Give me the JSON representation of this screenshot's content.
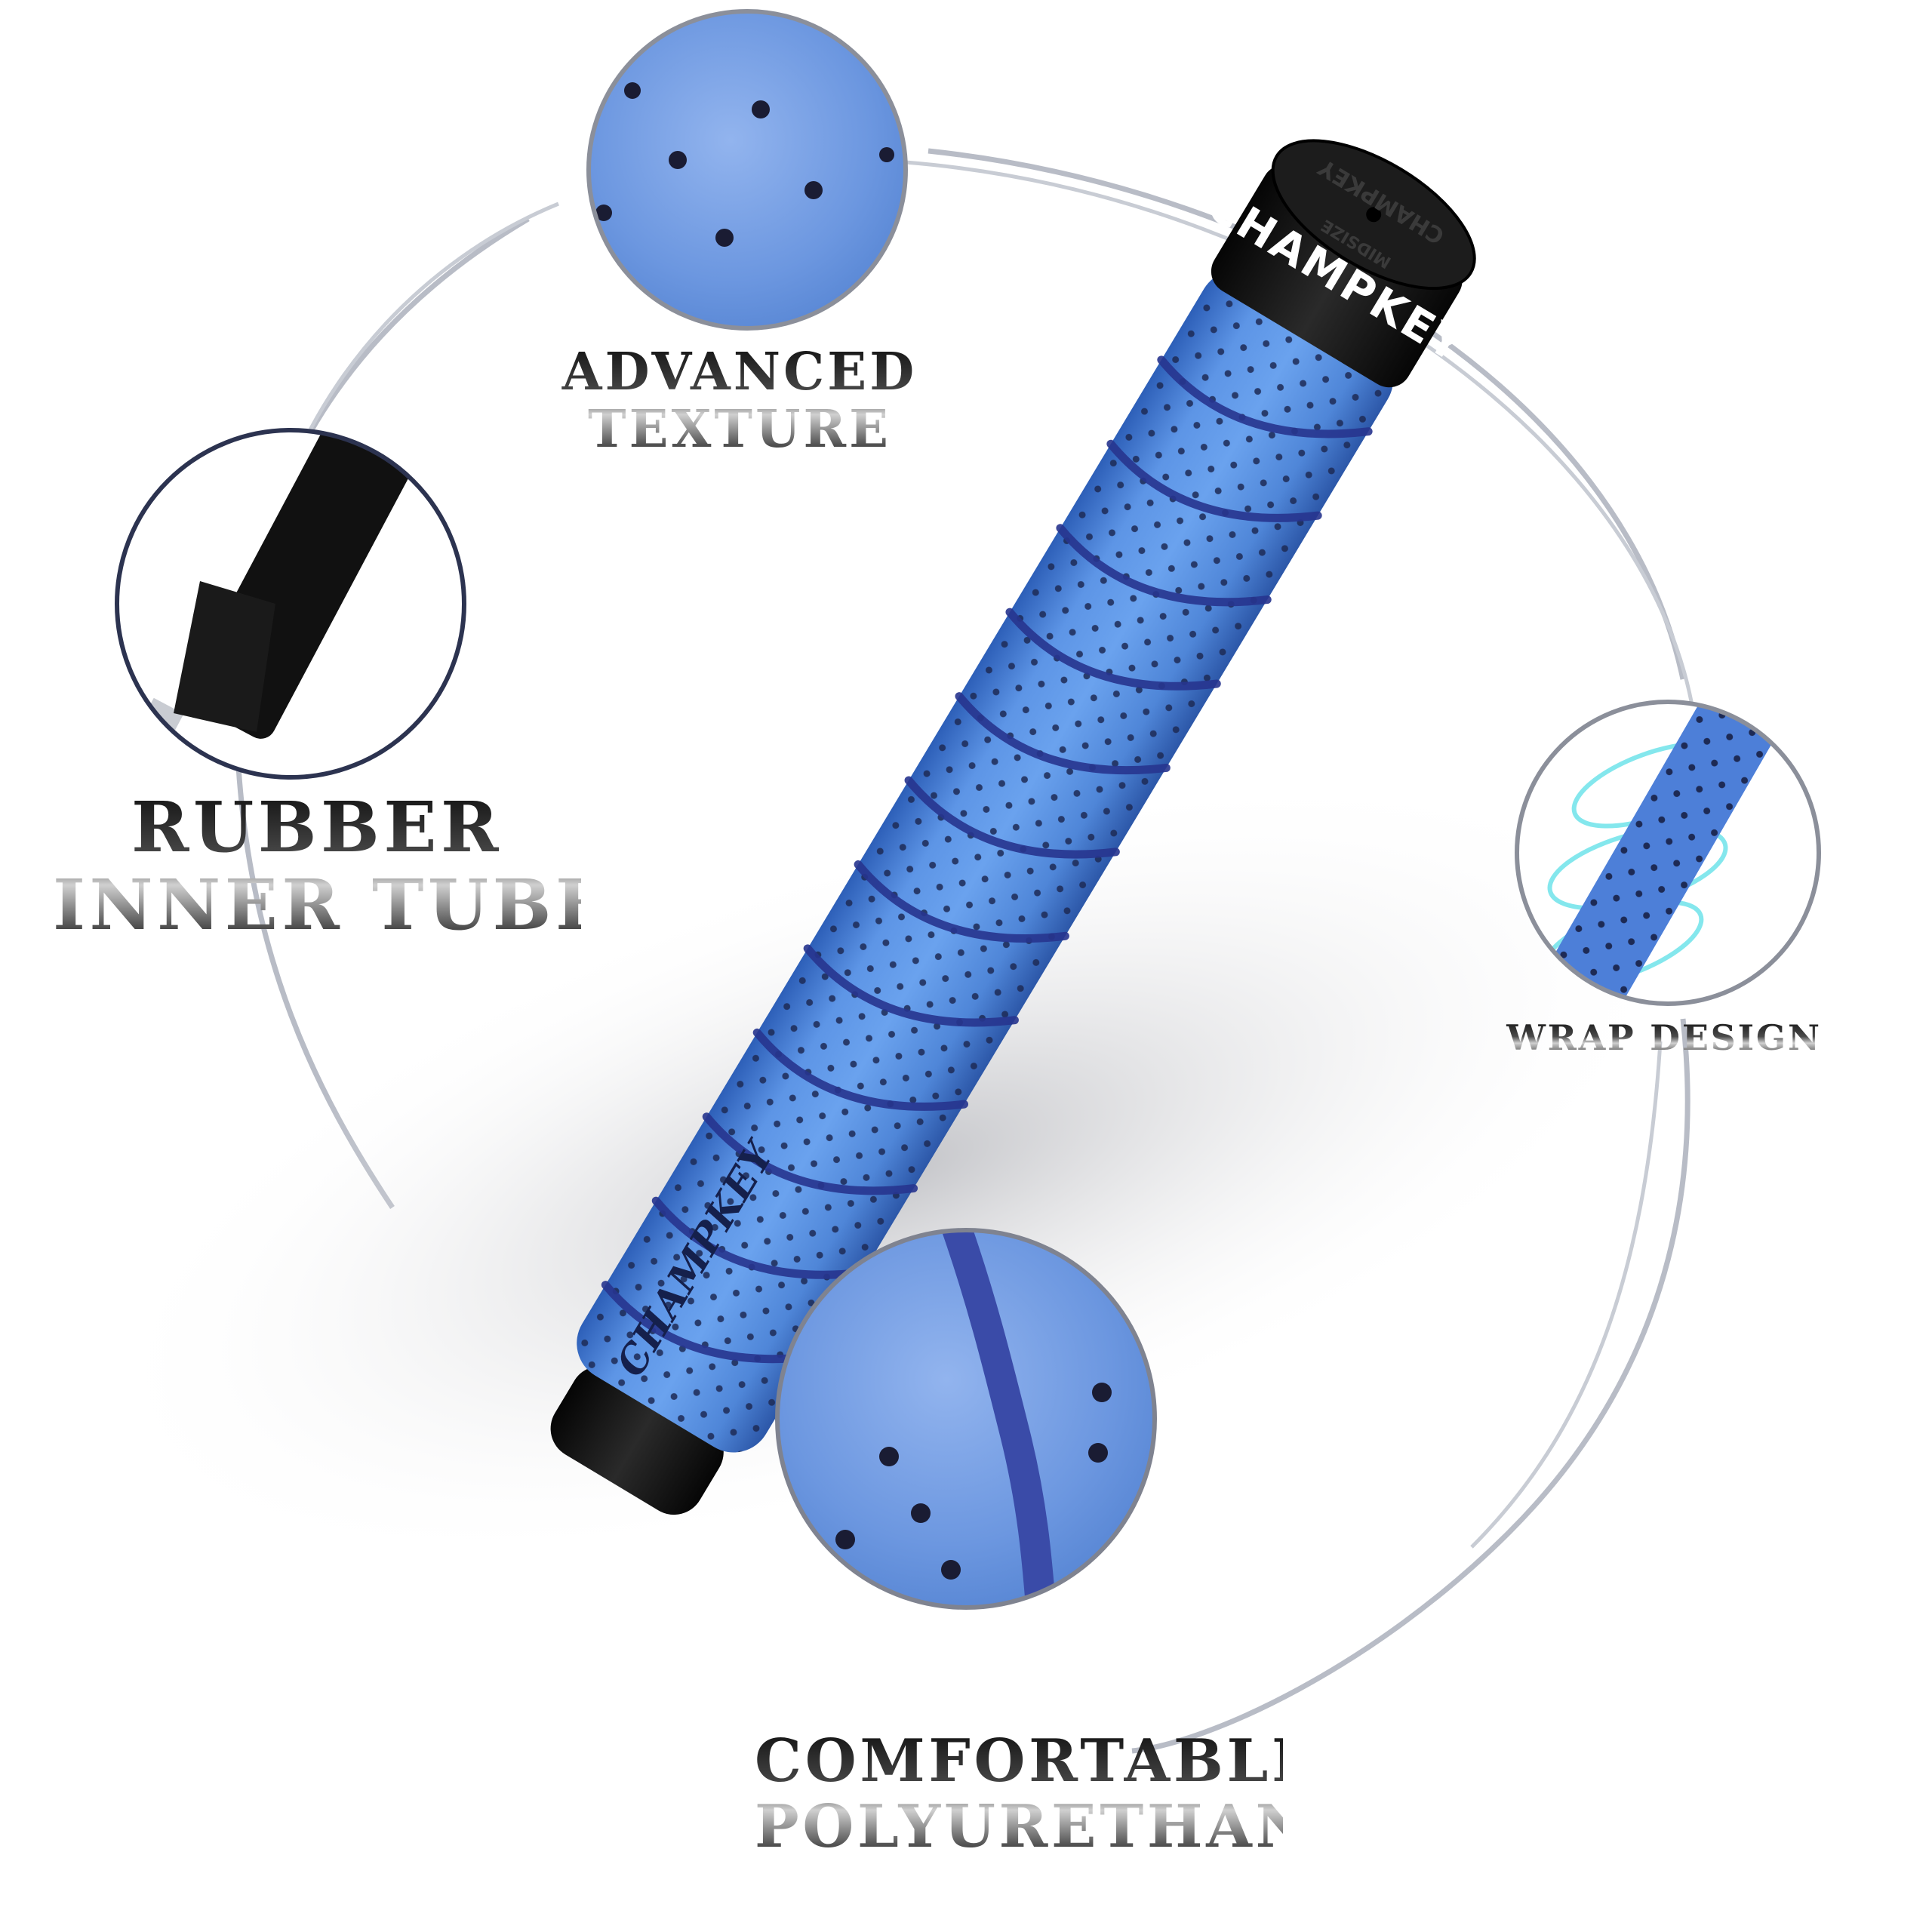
{
  "brand": {
    "cap_logo": "CHAMPKEY",
    "cap_top_text": [
      "CHAMPKEY",
      "MIDSIZE"
    ],
    "lower_logo": "CHAMPKEY"
  },
  "features": [
    {
      "id": "texture",
      "lines": [
        "ADVANCED",
        "TEXTURE"
      ]
    },
    {
      "id": "rubber",
      "lines": [
        "RUBBER",
        "INNER TUBE"
      ]
    },
    {
      "id": "wrap",
      "lines": [
        "WRAP DESIGN"
      ]
    },
    {
      "id": "pu",
      "lines": [
        "COMFORTABLE",
        "POLYURETHANE"
      ]
    }
  ],
  "colors": {
    "grip_blue": "#4d86dc",
    "grip_dark_blue": "#2a3f9c",
    "cap_black": "#141414",
    "ring_gray": "#b8bcc6",
    "accent_cyan": "#6fe3ea"
  }
}
